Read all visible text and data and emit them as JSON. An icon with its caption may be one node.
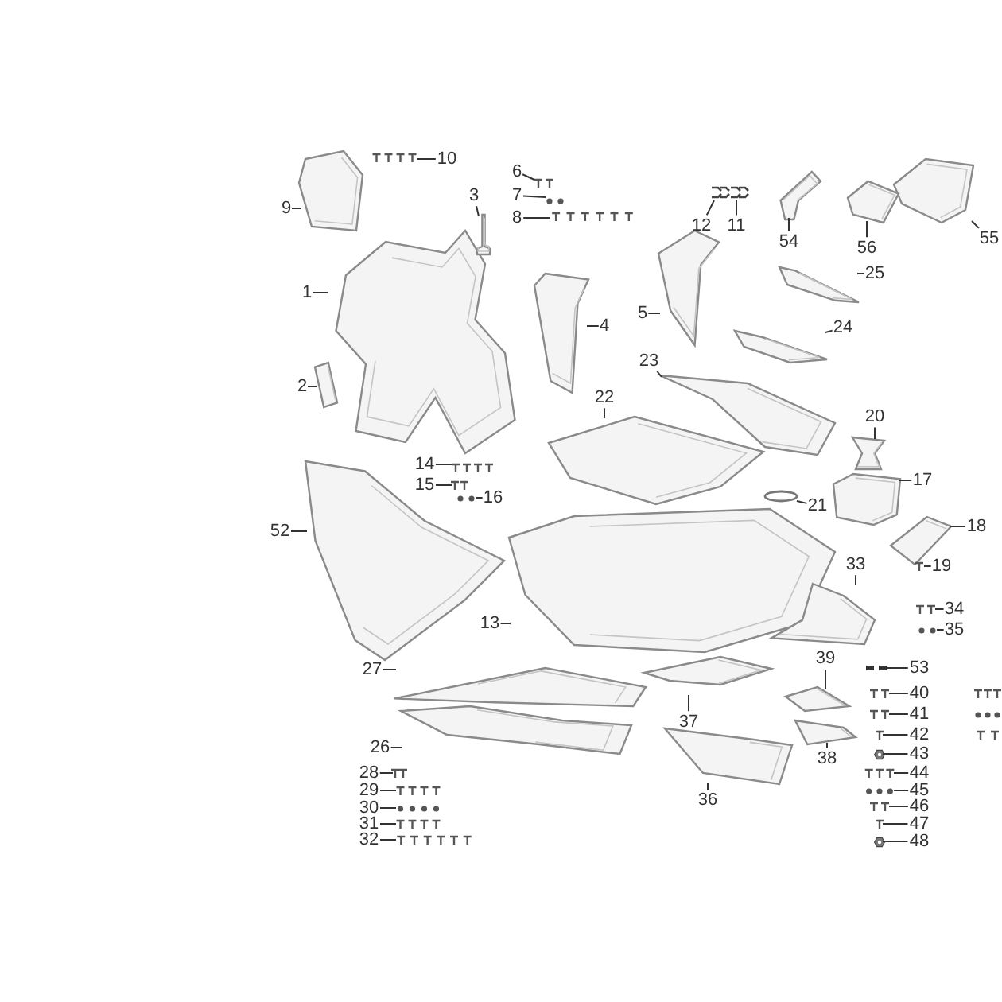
{
  "diagram": {
    "nodes": [
      {
        "text": [
          "1"
        ]
      },
      {
        "text": [],
        "shape": "picture"
      },
      {
        "text": [
          "2"
        ]
      },
      {
        "text": [],
        "shape": "picture"
      },
      {
        "text": [
          "3"
        ]
      },
      {
        "text": [],
        "shape": "picture"
      },
      {
        "text": [
          "4"
        ]
      },
      {
        "text": [],
        "shape": "picture"
      },
      {
        "text": [
          "5"
        ]
      },
      {
        "text": [],
        "shape": "picture"
      },
      {
        "text": [
          "6"
        ]
      },
      {
        "text": [],
        "shape": "picture"
      },
      {
        "text": [
          "7"
        ]
      },
      {
        "text": [],
        "shape": "picture"
      },
      {
        "text": [
          "8"
        ]
      },
      {
        "text": [],
        "shape": "picture"
      },
      {
        "text": [
          "9"
        ]
      },
      {
        "text": [],
        "shape": "picture"
      },
      {
        "text": [
          "10"
        ]
      },
      {
        "text": [],
        "shape": "picture"
      },
      {
        "text": [
          "11"
        ]
      },
      {
        "text": [],
        "shape": "picture"
      },
      {
        "text": [
          "12"
        ]
      },
      {
        "text": [],
        "shape": "picture"
      },
      {
        "text": [
          "13"
        ]
      },
      {
        "text": [],
        "shape": "picture"
      },
      {
        "text": [
          "14"
        ]
      },
      {
        "text": [],
        "shape": "picture"
      },
      {
        "text": [
          "15"
        ]
      },
      {
        "text": [],
        "shape": "picture"
      },
      {
        "text": [
          "16"
        ]
      },
      {
        "text": [],
        "shape": "picture"
      },
      {
        "text": [
          "17"
        ]
      },
      {
        "text": [],
        "shape": "picture"
      },
      {
        "text": [
          "18"
        ]
      },
      {
        "text": [],
        "shape": "picture"
      },
      {
        "text": [
          "19"
        ]
      },
      {
        "text": [],
        "shape": "picture"
      },
      {
        "text": [
          "20"
        ]
      },
      {
        "text": [],
        "shape": "picture"
      },
      {
        "text": [
          "21"
        ]
      },
      {
        "text": [],
        "shape": "circle"
      },
      {
        "text": [
          "22"
        ]
      },
      {
        "text": [],
        "shape": "picture"
      },
      {
        "text": [
          "23"
        ]
      },
      {
        "text": [],
        "shape": "picture"
      },
      {
        "text": [
          "24"
        ]
      },
      {
        "text": [],
        "shape": "picture"
      },
      {
        "text": [
          "25"
        ]
      },
      {
        "text": [],
        "shape": "picture"
      },
      {
        "text": [
          "26"
        ]
      },
      {
        "text": [],
        "shape": "picture"
      },
      {
        "text": [
          "27"
        ]
      },
      {
        "text": [],
        "shape": "picture"
      },
      {
        "text": [
          "28"
        ]
      },
      {
        "text": [],
        "shape": "picture"
      },
      {
        "text": [
          "29"
        ]
      },
      {
        "text": [],
        "shape": "picture"
      },
      {
        "text": [
          "30"
        ]
      },
      {
        "text": [],
        "shape": "picture"
      },
      {
        "text": [
          "31"
        ]
      },
      {
        "text": [],
        "shape": "picture"
      },
      {
        "text": [
          "32"
        ]
      },
      {
        "text": [],
        "shape": "picture"
      },
      {
        "text": [
          "33"
        ]
      },
      {
        "text": [],
        "shape": "picture"
      },
      {
        "text": [
          "34"
        ]
      },
      {
        "text": [],
        "shape": "picture"
      },
      {
        "text": [
          "35"
        ]
      },
      {
        "text": [],
        "shape": "picture"
      },
      {
        "text": [
          "36"
        ]
      },
      {
        "text": [],
        "shape": "picture"
      },
      {
        "text": [
          "37"
        ]
      },
      {
        "text": [],
        "shape": "picture"
      },
      {
        "text": [
          "38"
        ]
      },
      {
        "text": [],
        "shape": "picture"
      },
      {
        "text": [
          "39"
        ]
      },
      {
        "text": [],
        "shape": "picture"
      },
      {
        "text": [
          "40"
        ]
      },
      {
        "text": [],
        "shape": "picture"
      },
      {
        "text": [
          "41"
        ]
      },
      {
        "text": [],
        "shape": "picture"
      },
      {
        "text": [
          "42"
        ]
      },
      {
        "text": [],
        "shape": "picture"
      },
      {
        "text": [
          "43"
        ]
      },
      {
        "text": [],
        "shape": "picture"
      },
      {
        "text": [
          "44"
        ]
      },
      {
        "text": [],
        "shape": "picture"
      },
      {
        "text": [
          "45"
        ]
      },
      {
        "text": [],
        "shape": "picture"
      },
      {
        "text": [
          "46"
        ]
      },
      {
        "text": [],
        "shape": "picture"
      },
      {
        "text": [
          "47"
        ]
      },
      {
        "text": [],
        "shape": "picture"
      },
      {
        "text": [
          "48"
        ]
      },
      {
        "text": [],
        "shape": "picture"
      },
      {
        "text": [
          "52"
        ]
      },
      {
        "text": [],
        "shape": "picture"
      },
      {
        "text": [
          "53"
        ]
      },
      {
        "text": [],
        "shape": "picture"
      },
      {
        "text": [
          "54"
        ]
      },
      {
        "text": [],
        "shape": "picture"
      },
      {
        "text": [
          "55"
        ]
      },
      {
        "text": [],
        "shape": "picture"
      },
      {
        "text": [
          "56"
        ]
      },
      {
        "text": [],
        "shape": "picture"
      }
    ],
    "edges": [
      {
        "from": 0,
        "to": 1,
        "arrow": "none"
      },
      {
        "from": 2,
        "to": 3,
        "arrow": "none"
      },
      {
        "from": 4,
        "to": 5,
        "arrow": "none"
      },
      {
        "from": 6,
        "to": 7,
        "arrow": "none"
      },
      {
        "from": 8,
        "to": 9,
        "arrow": "none"
      },
      {
        "from": 10,
        "to": 11,
        "arrow": "none"
      },
      {
        "from": 12,
        "to": 13,
        "arrow": "none"
      },
      {
        "from": 14,
        "to": 15,
        "arrow": "none"
      },
      {
        "from": 16,
        "to": 17,
        "arrow": "none"
      },
      {
        "from": 18,
        "to": 19,
        "arrow": "none"
      },
      {
        "from": 20,
        "to": 21,
        "arrow": "none"
      },
      {
        "from": 22,
        "to": 23,
        "arrow": "none"
      },
      {
        "from": 24,
        "to": 25,
        "arrow": "none"
      },
      {
        "from": 26,
        "to": 27,
        "arrow": "none"
      },
      {
        "from": 28,
        "to": 29,
        "arrow": "none"
      },
      {
        "from": 30,
        "to": 31,
        "arrow": "none"
      },
      {
        "from": 32,
        "to": 33,
        "arrow": "none"
      },
      {
        "from": 34,
        "to": 35,
        "arrow": "none"
      },
      {
        "from": 36,
        "to": 37,
        "arrow": "none"
      },
      {
        "from": 38,
        "to": 39,
        "arrow": "none"
      },
      {
        "from": 40,
        "to": 41,
        "arrow": "none"
      },
      {
        "from": 42,
        "to": 43,
        "arrow": "none"
      },
      {
        "from": 44,
        "to": 45,
        "arrow": "none"
      },
      {
        "from": 46,
        "to": 47,
        "arrow": "none"
      },
      {
        "from": 48,
        "to": 49,
        "arrow": "none"
      },
      {
        "from": 50,
        "to": 51,
        "arrow": "none"
      },
      {
        "from": 52,
        "to": 53,
        "arrow": "none"
      },
      {
        "from": 54,
        "to": 55,
        "arrow": "none"
      },
      {
        "from": 56,
        "to": 57,
        "arrow": "none"
      },
      {
        "from": 58,
        "to": 59,
        "arrow": "none"
      },
      {
        "from": 60,
        "to": 61,
        "arrow": "none"
      },
      {
        "from": 62,
        "to": 63,
        "arrow": "none"
      },
      {
        "from": 64,
        "to": 65,
        "arrow": "none"
      },
      {
        "from": 66,
        "to": 67,
        "arrow": "none"
      },
      {
        "from": 68,
        "to": 69,
        "arrow": "none"
      },
      {
        "from": 70,
        "to": 71,
        "arrow": "none"
      },
      {
        "from": 72,
        "to": 73,
        "arrow": "none"
      },
      {
        "from": 74,
        "to": 75,
        "arrow": "none"
      },
      {
        "from": 76,
        "to": 77,
        "arrow": "none"
      },
      {
        "from": 78,
        "to": 79,
        "arrow": "none"
      },
      {
        "from": 80,
        "to": 81,
        "arrow": "none"
      },
      {
        "from": 82,
        "to": 83,
        "arrow": "none"
      },
      {
        "from": 84,
        "to": 85,
        "arrow": "none"
      },
      {
        "from": 86,
        "to": 87,
        "arrow": "none"
      },
      {
        "from": 88,
        "to": 89,
        "arrow": "none"
      },
      {
        "from": 90,
        "to": 91,
        "arrow": "none"
      },
      {
        "from": 92,
        "to": 93,
        "arrow": "none"
      },
      {
        "from": 94,
        "to": 95,
        "arrow": "none"
      },
      {
        "from": 96,
        "to": 97,
        "arrow": "none"
      },
      {
        "from": 98,
        "to": 99,
        "arrow": "none"
      },
      {
        "from": 100,
        "to": 101,
        "arrow": "none"
      },
      {
        "from": 102,
        "to": 103,
        "arrow": "none"
      },
      {
        "from": 104,
        "to": 105,
        "arrow": "none"
      }
    ]
  }
}
